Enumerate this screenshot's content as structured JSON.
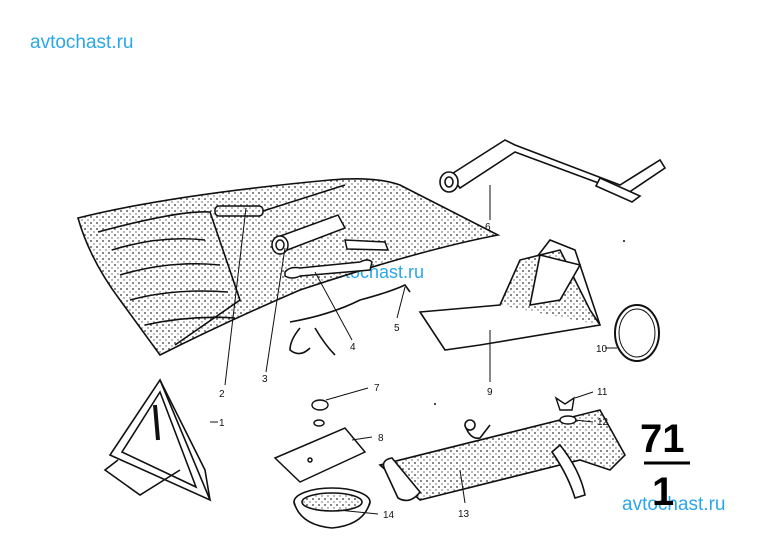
{
  "watermarks": [
    "avtochast.ru",
    "avtochast.ru",
    "avtochast.ru"
  ],
  "section": {
    "group": "71",
    "sub": "1"
  },
  "callouts": [
    "1",
    "2",
    "3",
    "4",
    "5",
    "6",
    "7",
    "8",
    "9",
    "10",
    "11",
    "12",
    "13",
    "14"
  ],
  "parts_shown": [
    "warning-triangle",
    "tool-roll",
    "screwdriver",
    "box-spanner",
    "open-end-spanner",
    "wire-hook",
    "wheel-brace",
    "wheel-chock",
    "rubber-ring",
    "washer",
    "mounting-plate",
    "jack",
    "bowl"
  ]
}
